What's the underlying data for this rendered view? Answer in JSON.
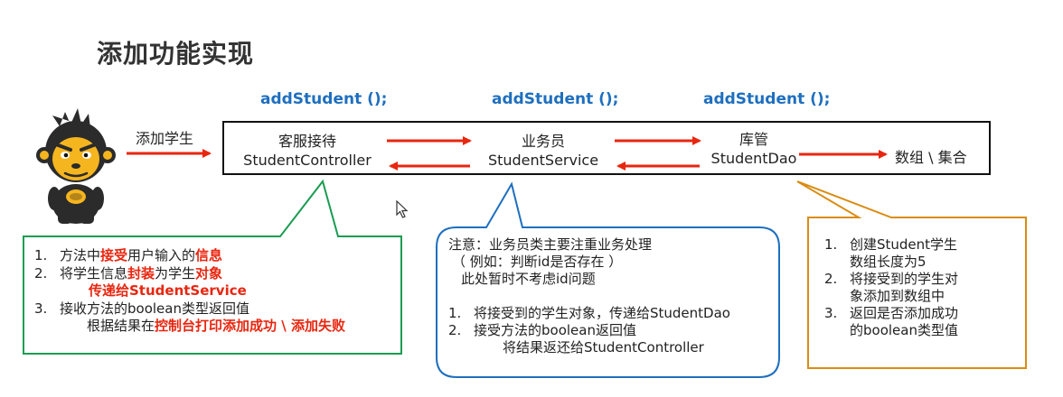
{
  "title": "添加功能实现",
  "methods": [
    "addStudent ();",
    "addStudent ();",
    "addStudent ();"
  ],
  "input_label": "添加学生",
  "nodes": [
    {
      "role": "客服接待",
      "class_name": "StudentController"
    },
    {
      "role": "业务员",
      "class_name": "StudentService"
    },
    {
      "role": "库管",
      "class_name": "StudentDao"
    }
  ],
  "storage_label": "数组 \\ 集合",
  "colors": {
    "arrow": "#e8260f",
    "green_border": "#1a9c52",
    "blue_border": "#1e6fbf",
    "orange_border": "#d98c12",
    "method_text": "#1e6fbf",
    "highlight_text": "#e8260f"
  },
  "icons": [
    "monkey-mascot-icon",
    "mouse-cursor-icon"
  ],
  "controller_note": {
    "item1": {
      "num": "1.",
      "p1": "方法中",
      "h1": "接受",
      "p2": "用户输入的",
      "h2": "信息"
    },
    "item2": {
      "num": "2.",
      "p1": "将学生信息",
      "h1": "封装",
      "p2": "为学生",
      "h2": "对象",
      "h3": "传递给StudentService"
    },
    "item3": {
      "num": "3.",
      "p1": "接收方法的boolean类型返回值",
      "p2": "根据结果在",
      "h1": "控制台打印添加成功 \\ 添加失败"
    }
  },
  "service_note": {
    "line1": "注意：业务员类主要注重业务处理",
    "line2": "（ 例如：判断id是否存在 ）",
    "line3": "此处暂时不考虑id问题",
    "item1": {
      "num": "1.",
      "text": "将接受到的学生对象，传递给StudentDao"
    },
    "item2": {
      "num": "2.",
      "text": "接受方法的boolean返回值",
      "text2": "将结果返还给StudentController"
    }
  },
  "dao_note": {
    "item1": {
      "num": "1.",
      "text": "创建Student学生",
      "text2": "数组长度为5"
    },
    "item2": {
      "num": "2.",
      "text": "将接受到的学生对",
      "text2": "象添加到数组中"
    },
    "item3": {
      "num": "3.",
      "text": "返回是否添加成功",
      "text2": "的boolean类型值"
    }
  }
}
